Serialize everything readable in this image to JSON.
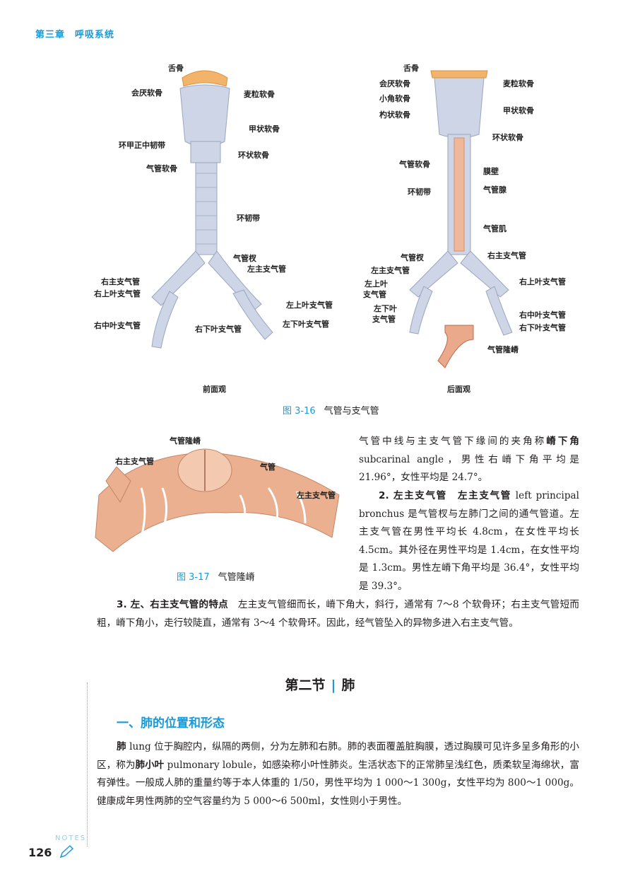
{
  "header": {
    "chapter": "第三章　呼吸系统"
  },
  "figure_3_16": {
    "number": "图 3-16",
    "title": "气管与支气管",
    "front": {
      "view": "前面观",
      "labels": [
        "舌骨",
        "会厌软骨",
        "麦粒软骨",
        "甲状软骨",
        "环甲正中韧带",
        "环状软骨",
        "气管软骨",
        "环韧带",
        "气管杈",
        "左主支气管",
        "右主支气管",
        "右上叶支气管",
        "左上叶支气管",
        "右中叶支气管",
        "右下叶支气管",
        "左下叶支气管"
      ]
    },
    "back": {
      "view": "后面观",
      "labels": [
        "舌骨",
        "会厌软骨",
        "麦粒软骨",
        "小角软骨",
        "甲状软骨",
        "杓状软骨",
        "环状软骨",
        "气管软骨",
        "膜壁",
        "气管腺",
        "环韧带",
        "气管肌",
        "气管杈",
        "右主支气管",
        "左主支气管",
        "左上叶",
        "支气管",
        "右上叶支气管",
        "左下叶",
        "支气管",
        "右中叶支气管",
        "右下叶支气管",
        "气管隆嵴"
      ]
    }
  },
  "figure_3_17": {
    "number": "图 3-17",
    "title": "气管隆嵴",
    "labels": [
      "气管隆嵴",
      "右主支气管",
      "气管",
      "左主支气管"
    ]
  },
  "right_column": {
    "p1_a": "气管中线与主支气管下缘间的夹角称",
    "p1_term": "嵴下角",
    "p1_b": "subcarinal angle，男性右嵴下角平均是 21.96°，女性平均是 24.7°。",
    "p2_heading": "2. 左主支气管",
    "p2_term": "左主支气管",
    "p2_body": "left principal bronchus 是气管杈与左肺门之间的通气管道。左主支气管在男性平均长 4.8cm，在女性平均长 4.5cm。其外径在男性平均是 1.4cm，在女性平均是 1.3cm。男性左嵴下角平均是 36.4°，女性平均是 39.3°。"
  },
  "p3": {
    "heading": "3. 左、右主支气管的特点",
    "body": "左主支气管细而长，嵴下角大，斜行，通常有 7～8 个软骨环；右主支气管短而粗，嵴下角小，走行较陡直，通常有 3～4 个软骨环。因此，经气管坠入的异物多进入右主支气管。"
  },
  "section": {
    "left": "第二节",
    "sep": "|",
    "right": "肺"
  },
  "subsection": "一、肺的位置和形态",
  "lung_paragraph": {
    "term1": "肺",
    "a": "lung 位于胸腔内，纵隔的两侧，分为左肺和右肺。肺的表面覆盖脏胸膜，透过胸膜可见许多呈多角形的小区，称为",
    "term2": "肺小叶",
    "b": "pulmonary lobule，如感染称小叶性肺炎。生活状态下的正常肺呈浅红色，质柔软呈海绵状，富有弹性。一般成人肺的重量约等于本人体重的 1/50，男性平均为 1 000～1 300g，女性平均为 800～1 000g。健康成年男性两肺的空气容量约为 5 000～6 500ml，女性则小于男性。"
  },
  "footer": {
    "notes": "NOTES",
    "page": "126"
  },
  "colors": {
    "accent": "#1a9ad6",
    "cartilage": "#c9d2e3",
    "bone": "#f2b36a",
    "flesh": "#e9a98a"
  }
}
